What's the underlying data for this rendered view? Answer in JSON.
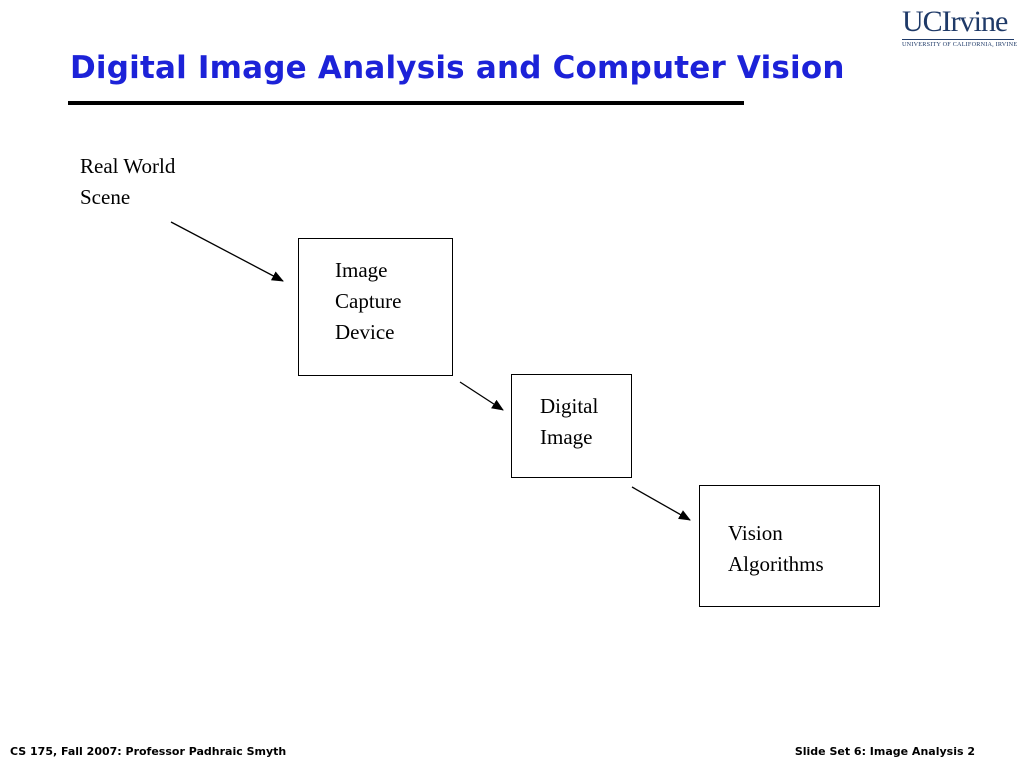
{
  "logo": {
    "main": "UCIrvine",
    "sub": "UNIVERSITY OF CALIFORNIA, IRVINE"
  },
  "title": "Digital Image Analysis and Computer Vision",
  "diagram": {
    "start_label": [
      "Real World",
      "Scene"
    ],
    "nodes": [
      {
        "lines": [
          "Image",
          "Capture",
          "Device"
        ]
      },
      {
        "lines": [
          "Digital",
          "Image"
        ]
      },
      {
        "lines": [
          "Vision",
          "Algorithms"
        ]
      }
    ]
  },
  "footer": {
    "left": "CS 175, Fall 2007: Professor Padhraic Smyth",
    "right": "Slide Set 6: Image Analysis 2"
  }
}
